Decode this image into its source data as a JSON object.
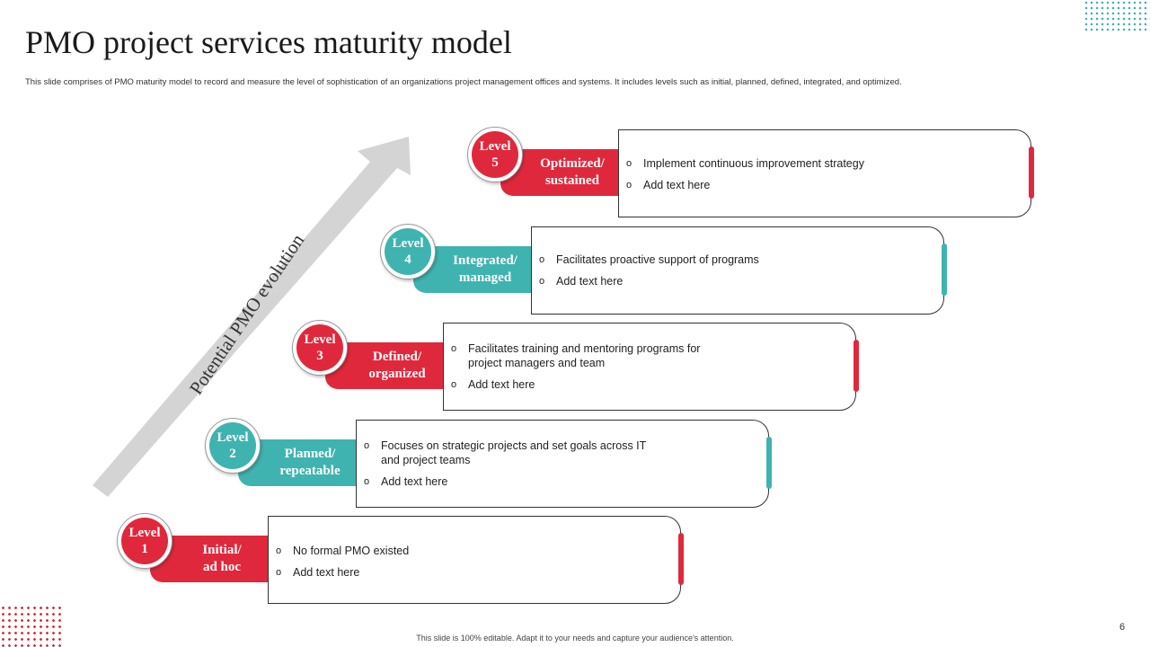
{
  "title": "PMO project services maturity model",
  "subtitle": "This slide comprises of PMO  maturity model to record and measure the level of sophistication of an organizations project management  offices and systems. It includes levels such as initial, planned, defined, integrated, and optimized.",
  "arrow_label": "Potential PMO evolution",
  "colors": {
    "red": "#e0283c",
    "teal": "#3fb3b0",
    "arrow": "#d4d4d4"
  },
  "levels": [
    {
      "level_word": "Level",
      "level_num": "1",
      "name_line1": "Initial/",
      "name_line2": "ad hoc",
      "color": "red",
      "bullets": [
        "No formal PMO existed",
        "Add text here"
      ]
    },
    {
      "level_word": "Level",
      "level_num": "2",
      "name_line1": "Planned/",
      "name_line2": "repeatable",
      "color": "teal",
      "bullets": [
        "Focuses on strategic projects and set goals across IT and project teams",
        "Add text here"
      ]
    },
    {
      "level_word": "Level",
      "level_num": "3",
      "name_line1": "Defined/",
      "name_line2": "organized",
      "color": "red",
      "bullets": [
        "Facilitates training and mentoring programs for project managers and team",
        "Add text here"
      ]
    },
    {
      "level_word": "Level",
      "level_num": "4",
      "name_line1": "Integrated/",
      "name_line2": "managed",
      "color": "teal",
      "bullets": [
        "Facilitates proactive  support of programs",
        "Add text here"
      ]
    },
    {
      "level_word": "Level",
      "level_num": "5",
      "name_line1": "Optimized/",
      "name_line2": "sustained",
      "color": "red",
      "bullets": [
        "Implement  continuous improvement  strategy",
        "Add text here"
      ]
    }
  ],
  "footer": "This slide is 100% editable. Adapt it to your needs and capture your audience's attention.",
  "page_number": "6"
}
